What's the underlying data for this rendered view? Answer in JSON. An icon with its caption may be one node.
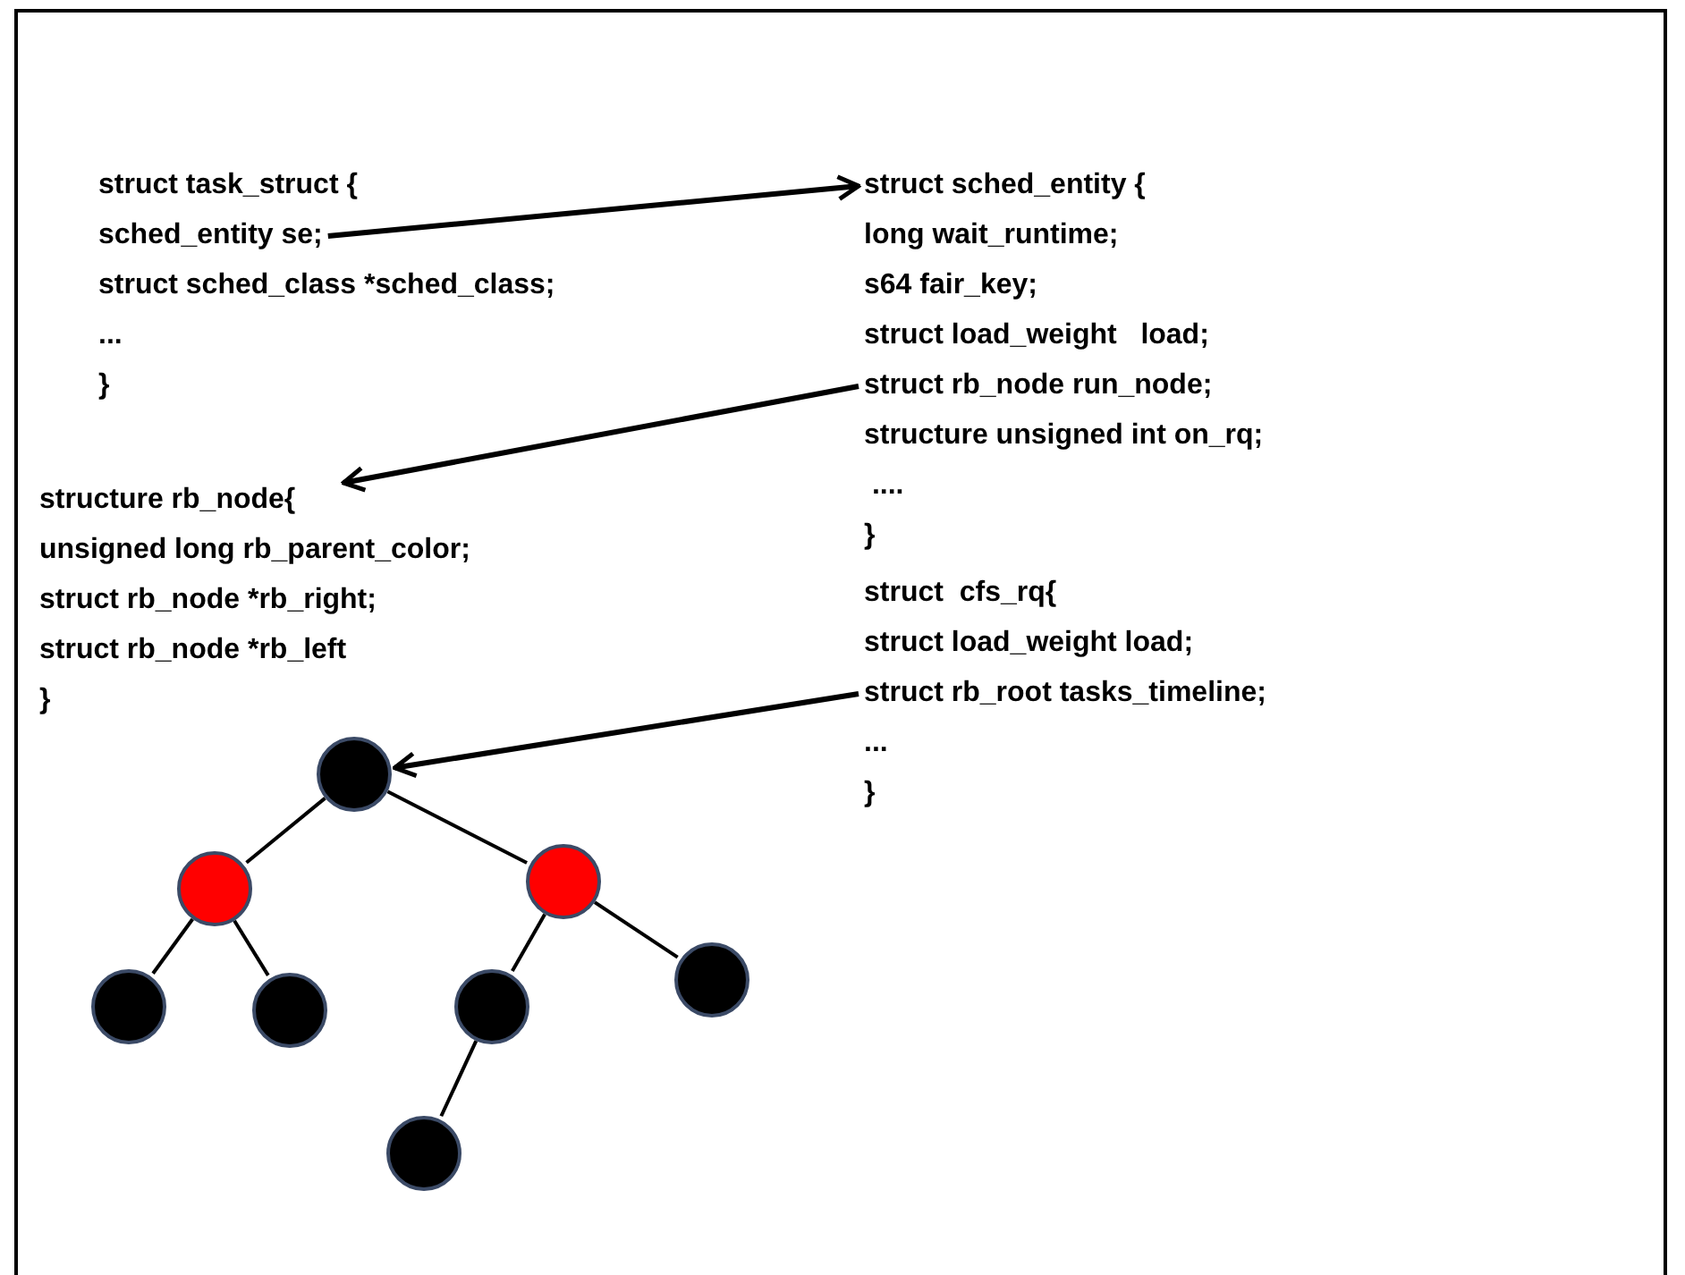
{
  "diagram": {
    "nodes": [
      {
        "text": [
          "struct task_struct {",
          "sched_entity se;",
          "struct sched_class *sched_class;",
          "...",
          "}"
        ]
      },
      {
        "text": [
          "struct sched_entity {",
          "long wait_runtime;",
          "s64 fair_key;",
          "struct load_weight   load;",
          "struct rb_node run_node;",
          "structure unsigned int on_rq;",
          " ....",
          "}"
        ]
      },
      {
        "text": [
          "structure rb_node{",
          "unsigned long rb_parent_color;",
          "struct rb_node *rb_right;",
          "struct rb_node *rb_left",
          "}"
        ]
      },
      {
        "text": [
          "struct  cfs_rq{",
          "struct load_weight load;",
          "struct rb_root tasks_timeline;",
          "...",
          "}"
        ]
      },
      {
        "text": [],
        "shape": "circle"
      },
      {
        "text": [],
        "shape": "circle"
      },
      {
        "text": [],
        "shape": "circle"
      },
      {
        "text": [],
        "shape": "circle"
      },
      {
        "text": [],
        "shape": "circle"
      },
      {
        "text": [],
        "shape": "circle"
      },
      {
        "text": [],
        "shape": "circle"
      },
      {
        "text": [],
        "shape": "circle"
      }
    ],
    "edges": [
      {
        "from": 0,
        "to": 1,
        "arrow": "to"
      },
      {
        "from": 1,
        "to": 2,
        "arrow": "to"
      },
      {
        "from": 3,
        "to": 4,
        "arrow": "to"
      },
      {
        "from": 4,
        "to": 5,
        "arrow": "none"
      },
      {
        "from": 4,
        "to": 6,
        "arrow": "none"
      },
      {
        "from": 5,
        "to": 7,
        "arrow": "none"
      },
      {
        "from": 5,
        "to": 8,
        "arrow": "none"
      },
      {
        "from": 6,
        "to": 9,
        "arrow": "none"
      },
      {
        "from": 6,
        "to": 10,
        "arrow": "none"
      },
      {
        "from": 9,
        "to": 11,
        "arrow": "none"
      }
    ]
  }
}
